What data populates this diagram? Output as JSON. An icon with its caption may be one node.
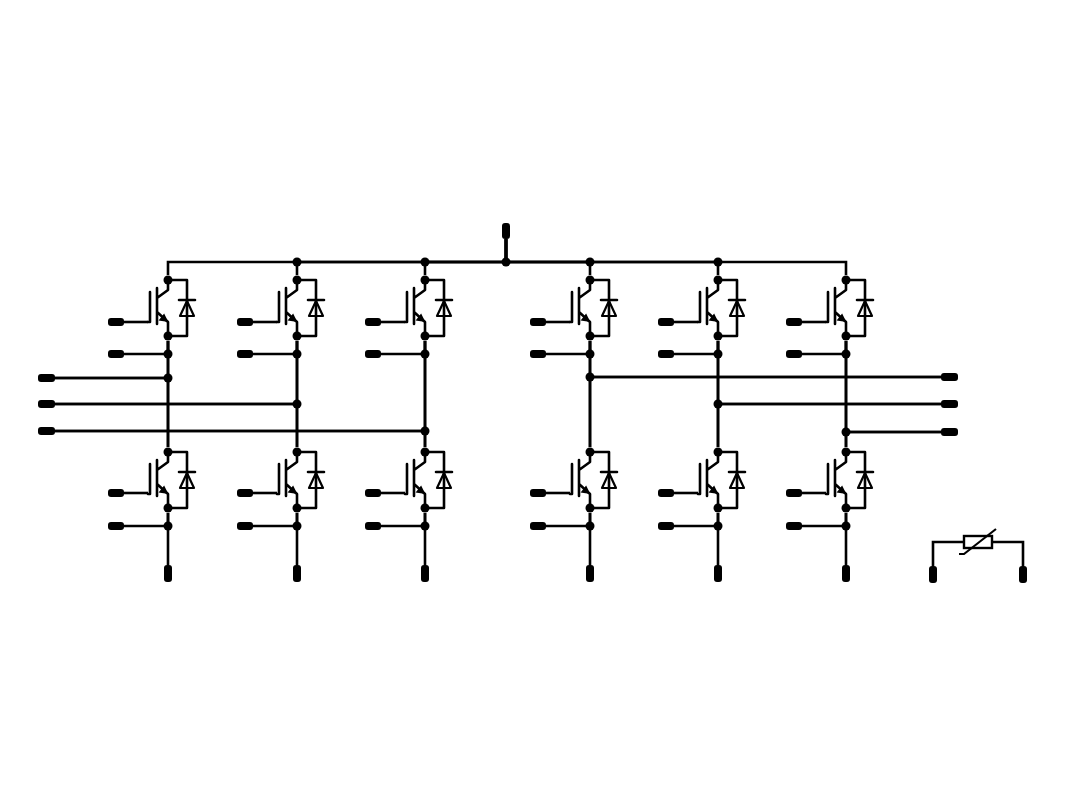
{
  "diagram": {
    "nodes": [
      {
        "text": [],
        "shape": "bar"
      },
      {
        "text": [],
        "shape": "transistor"
      },
      {
        "text": [],
        "shape": "transistor"
      },
      {
        "text": [],
        "shape": "transistor"
      },
      {
        "text": [],
        "shape": "transistor"
      },
      {
        "text": [],
        "shape": "transistor"
      },
      {
        "text": [],
        "shape": "transistor"
      },
      {
        "text": [],
        "shape": "transistor"
      },
      {
        "text": [],
        "shape": "transistor"
      },
      {
        "text": [],
        "shape": "transistor"
      },
      {
        "text": [],
        "shape": "transistor"
      },
      {
        "text": [],
        "shape": "transistor"
      },
      {
        "text": [],
        "shape": "transistor"
      },
      {
        "text": [],
        "shape": "bar"
      },
      {
        "text": [],
        "shape": "bar"
      },
      {
        "text": [],
        "shape": "bar"
      },
      {
        "text": [],
        "shape": "bar"
      },
      {
        "text": [],
        "shape": "bar"
      },
      {
        "text": [],
        "shape": "bar"
      },
      {
        "text": [],
        "shape": "bar"
      },
      {
        "text": [],
        "shape": "bar"
      },
      {
        "text": [],
        "shape": "bar"
      },
      {
        "text": [],
        "shape": "bar"
      },
      {
        "text": [],
        "shape": "bar"
      },
      {
        "text": [],
        "shape": "bar"
      },
      {
        "text": [],
        "shape": "bar"
      },
      {
        "text": [],
        "shape": "bar"
      },
      {
        "text": [],
        "shape": "bar"
      },
      {
        "text": [],
        "shape": "bar"
      },
      {
        "text": [],
        "shape": "bar"
      },
      {
        "text": [],
        "shape": "bar"
      },
      {
        "text": [],
        "shape": "bar"
      },
      {
        "text": [],
        "shape": "bar"
      },
      {
        "text": [],
        "shape": "bar"
      },
      {
        "text": [],
        "shape": "bar"
      },
      {
        "text": [],
        "shape": "bar"
      },
      {
        "text": [],
        "shape": "bar"
      },
      {
        "text": [],
        "shape": "bar"
      },
      {
        "text": [],
        "shape": "bar"
      },
      {
        "text": [],
        "shape": "bar"
      },
      {
        "text": [],
        "shape": "bar"
      },
      {
        "text": [],
        "shape": "bar"
      },
      {
        "text": [],
        "shape": "bar"
      },
      {
        "text": [],
        "shape": "bar"
      },
      {
        "text": [],
        "shape": "bar"
      },
      {
        "text": [],
        "shape": "bar"
      },
      {
        "text": [],
        "shape": "bar"
      },
      {
        "text": [],
        "shape": "bar"
      },
      {
        "text": [],
        "shape": "bar"
      },
      {
        "text": [],
        "shape": "resistor"
      },
      {
        "text": [],
        "shape": "bar"
      },
      {
        "text": [],
        "shape": "bar"
      }
    ],
    "edges": [
      {
        "from": 0,
        "to": 1,
        "arrow": "none"
      },
      {
        "from": 0,
        "to": 2,
        "arrow": "none"
      },
      {
        "from": 0,
        "to": 3,
        "arrow": "none"
      },
      {
        "from": 0,
        "to": 4,
        "arrow": "none"
      },
      {
        "from": 0,
        "to": 5,
        "arrow": "none"
      },
      {
        "from": 0,
        "to": 6,
        "arrow": "none"
      },
      {
        "from": 13,
        "to": 1,
        "arrow": "none"
      },
      {
        "from": 14,
        "to": 2,
        "arrow": "none"
      },
      {
        "from": 15,
        "to": 3,
        "arrow": "none"
      },
      {
        "from": 16,
        "to": 4,
        "arrow": "none"
      },
      {
        "from": 17,
        "to": 5,
        "arrow": "none"
      },
      {
        "from": 18,
        "to": 6,
        "arrow": "none"
      },
      {
        "from": 19,
        "to": 1,
        "arrow": "none"
      },
      {
        "from": 20,
        "to": 2,
        "arrow": "none"
      },
      {
        "from": 21,
        "to": 3,
        "arrow": "none"
      },
      {
        "from": 22,
        "to": 4,
        "arrow": "none"
      },
      {
        "from": 23,
        "to": 5,
        "arrow": "none"
      },
      {
        "from": 24,
        "to": 6,
        "arrow": "none"
      },
      {
        "from": 25,
        "to": 7,
        "arrow": "none"
      },
      {
        "from": 26,
        "to": 8,
        "arrow": "none"
      },
      {
        "from": 27,
        "to": 9,
        "arrow": "none"
      },
      {
        "from": 28,
        "to": 10,
        "arrow": "none"
      },
      {
        "from": 29,
        "to": 11,
        "arrow": "none"
      },
      {
        "from": 30,
        "to": 12,
        "arrow": "none"
      },
      {
        "from": 31,
        "to": 7,
        "arrow": "none"
      },
      {
        "from": 32,
        "to": 8,
        "arrow": "none"
      },
      {
        "from": 33,
        "to": 9,
        "arrow": "none"
      },
      {
        "from": 34,
        "to": 10,
        "arrow": "none"
      },
      {
        "from": 35,
        "to": 11,
        "arrow": "none"
      },
      {
        "from": 36,
        "to": 12,
        "arrow": "none"
      },
      {
        "from": 1,
        "to": 7,
        "arrow": "none"
      },
      {
        "from": 2,
        "to": 8,
        "arrow": "none"
      },
      {
        "from": 3,
        "to": 9,
        "arrow": "none"
      },
      {
        "from": 4,
        "to": 10,
        "arrow": "none"
      },
      {
        "from": 5,
        "to": 11,
        "arrow": "none"
      },
      {
        "from": 6,
        "to": 12,
        "arrow": "none"
      },
      {
        "from": 37,
        "to": 1,
        "arrow": "none"
      },
      {
        "from": 37,
        "to": 7,
        "arrow": "none"
      },
      {
        "from": 38,
        "to": 2,
        "arrow": "none"
      },
      {
        "from": 38,
        "to": 8,
        "arrow": "none"
      },
      {
        "from": 39,
        "to": 3,
        "arrow": "none"
      },
      {
        "from": 39,
        "to": 9,
        "arrow": "none"
      },
      {
        "from": 40,
        "to": 4,
        "arrow": "none"
      },
      {
        "from": 40,
        "to": 10,
        "arrow": "none"
      },
      {
        "from": 41,
        "to": 5,
        "arrow": "none"
      },
      {
        "from": 41,
        "to": 11,
        "arrow": "none"
      },
      {
        "from": 42,
        "to": 6,
        "arrow": "none"
      },
      {
        "from": 42,
        "to": 12,
        "arrow": "none"
      },
      {
        "from": 7,
        "to": 43,
        "arrow": "none"
      },
      {
        "from": 8,
        "to": 44,
        "arrow": "none"
      },
      {
        "from": 9,
        "to": 45,
        "arrow": "none"
      },
      {
        "from": 10,
        "to": 46,
        "arrow": "none"
      },
      {
        "from": 11,
        "to": 47,
        "arrow": "none"
      },
      {
        "from": 12,
        "to": 48,
        "arrow": "none"
      },
      {
        "from": 50,
        "to": 49,
        "arrow": "none"
      },
      {
        "from": 51,
        "to": 49,
        "arrow": "none"
      }
    ]
  }
}
